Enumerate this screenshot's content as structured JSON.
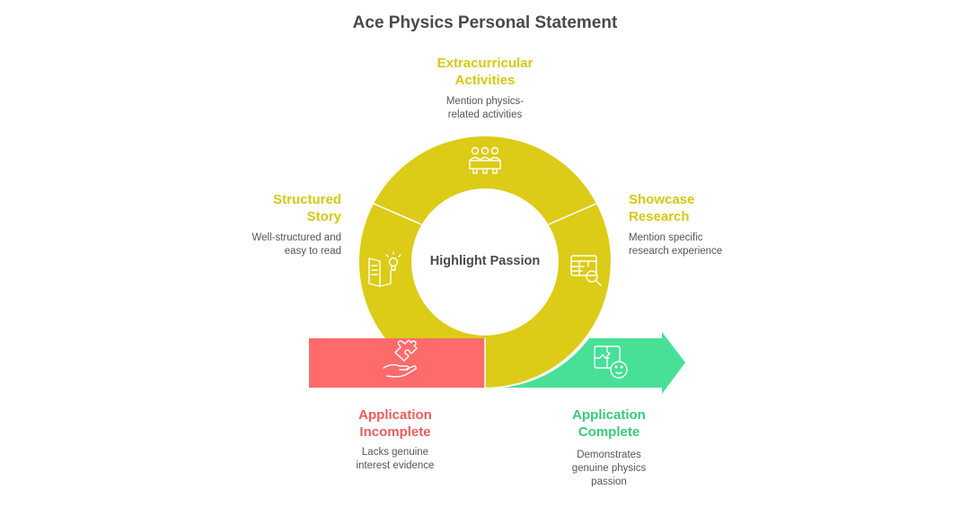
{
  "title": "Ace Physics Personal Statement",
  "hub": {
    "label": "Highlight Passion"
  },
  "segments": [
    {
      "id": "extracurricular",
      "title_line1": "Extracurricular",
      "title_line2": "Activities",
      "desc_line1": "Mention physics-",
      "desc_line2": "related activities",
      "icon": "team-meeting-icon"
    },
    {
      "id": "structured",
      "title_line1": "Structured",
      "title_line2": "Story",
      "desc_line1": "Well-structured and",
      "desc_line2": "easy to read",
      "icon": "book-lightbulb-icon"
    },
    {
      "id": "research",
      "title_line1": "Showcase",
      "title_line2": "Research",
      "desc_line1": "Mention specific",
      "desc_line2": "research experience",
      "icon": "table-search-icon"
    }
  ],
  "outcomes": [
    {
      "id": "incomplete",
      "title_line1": "Application",
      "title_line2": "Incomplete",
      "desc_line1": "Lacks genuine",
      "desc_line2": "interest evidence",
      "icon": "hand-puzzle-icon"
    },
    {
      "id": "complete",
      "title_line1": "Application",
      "title_line2": "Complete",
      "desc_line1": "Demonstrates",
      "desc_line2": "genuine physics",
      "desc_line3": "passion",
      "icon": "puzzle-face-icon"
    }
  ],
  "colors": {
    "ring": "#dccb17",
    "incomplete": "#ff6b6b",
    "complete": "#47e096",
    "title_text": "#4a4a4a",
    "yellow_text": "#d9c712",
    "red_text": "#ec5c5c",
    "green_text": "#37c97c"
  }
}
